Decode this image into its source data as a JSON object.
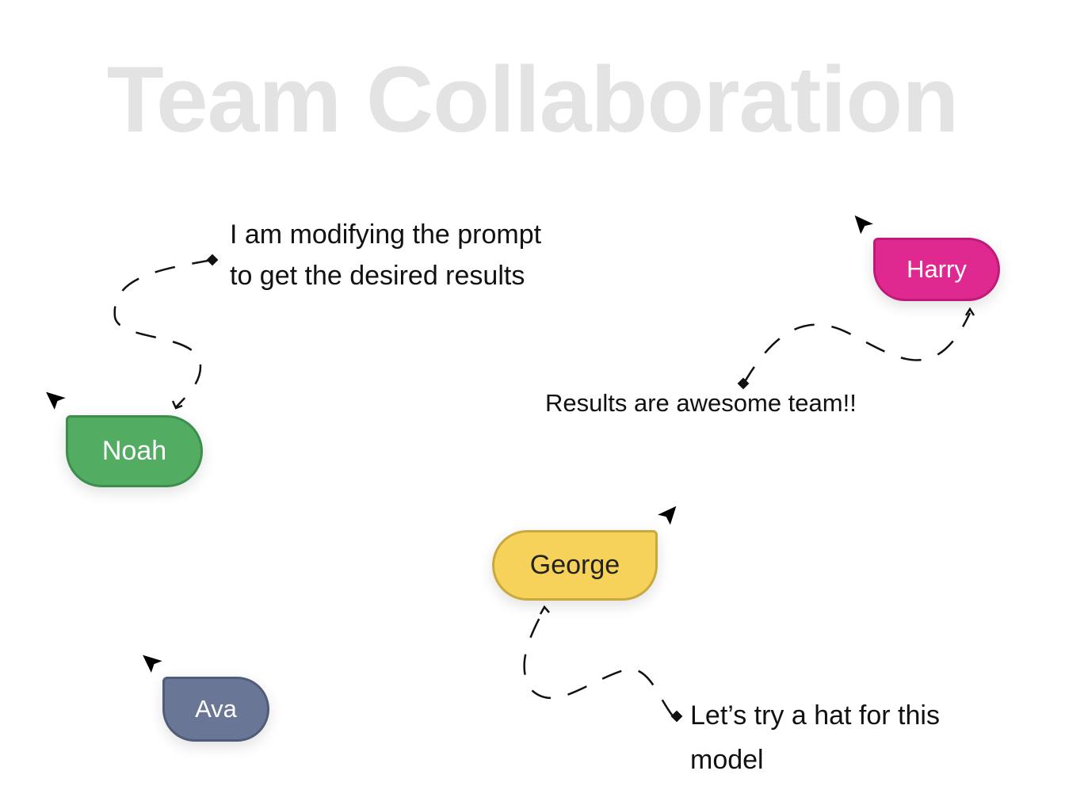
{
  "title": "Team Collaboration",
  "notes": {
    "prompt_line1": "I am modifying the prompt",
    "prompt_line2": "to get the desired results",
    "awesome": "Results are awesome team!!",
    "hat_line1": "Let’s try a hat for this",
    "hat_line2": "model"
  },
  "users": {
    "noah": {
      "name": "Noah",
      "color": "#52ad63"
    },
    "harry": {
      "name": "Harry",
      "color": "#df2890"
    },
    "george": {
      "name": "George",
      "color": "#f6d25a"
    },
    "ava": {
      "name": "Ava",
      "color": "#6a7696"
    }
  }
}
